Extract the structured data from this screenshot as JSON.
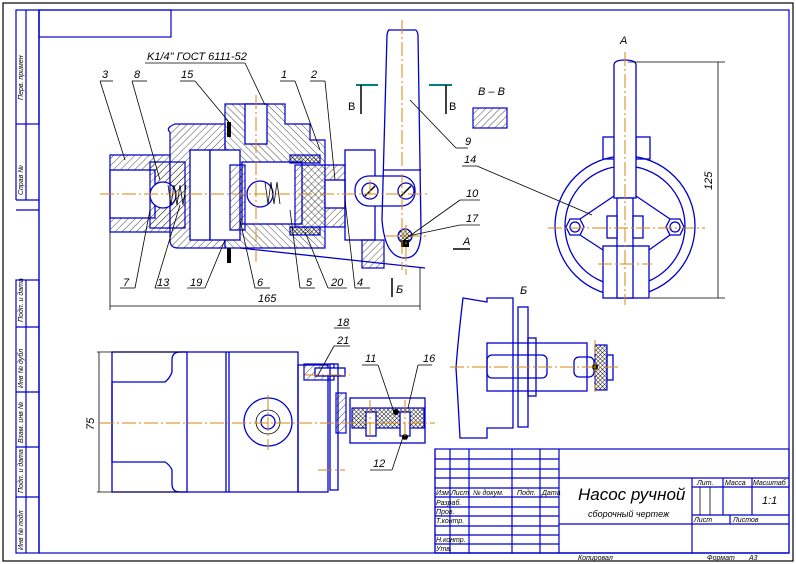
{
  "drawing": {
    "title": "Насос ручной",
    "subtitle": "сборочный чертеж",
    "thread_note": "K1/4\" ГОСТ 6111-52",
    "section_label": "В – В",
    "cut_marks": [
      "В",
      "В"
    ],
    "view_a_label": "A",
    "view_b_label": "Б",
    "view_a_arrow_label": "A",
    "view_b_arrow_label": "Б",
    "dimensions": {
      "length": "165",
      "height": "125",
      "width": "75"
    },
    "part_callouts_top": [
      "3",
      "8",
      "15",
      "1",
      "2"
    ],
    "part_callouts_bottom": [
      "7",
      "13",
      "19",
      "6",
      "5",
      "20",
      "4"
    ],
    "part_callouts_right": [
      "9",
      "14",
      "10",
      "17"
    ],
    "part_callouts_plan": [
      "18",
      "21",
      "11",
      "16",
      "12"
    ]
  },
  "side_strip": {
    "top_cells": [
      "Перв. примен",
      "Справ №"
    ],
    "bottom_cells": [
      "Подп. и дата",
      "Инв № дубл",
      "Взам. инв №",
      "Подп. и дата",
      "Инв № подл"
    ]
  },
  "title_block": {
    "header": [
      "Изм.",
      "Лист",
      "№ докум.",
      "Подп.",
      "Дата"
    ],
    "rows": [
      "Разраб.",
      "Пров.",
      "Т.контр.",
      "",
      "Н.контр.",
      "Утв."
    ],
    "lit_label": "Лит.",
    "mass_label": "Масса",
    "scale_label": "Масштаб",
    "scale_value": "1:1",
    "sheet_label": "Лист",
    "sheets_label": "Листов",
    "copied_label": "Копировал",
    "format_label": "Формат",
    "format_value": "A3"
  }
}
